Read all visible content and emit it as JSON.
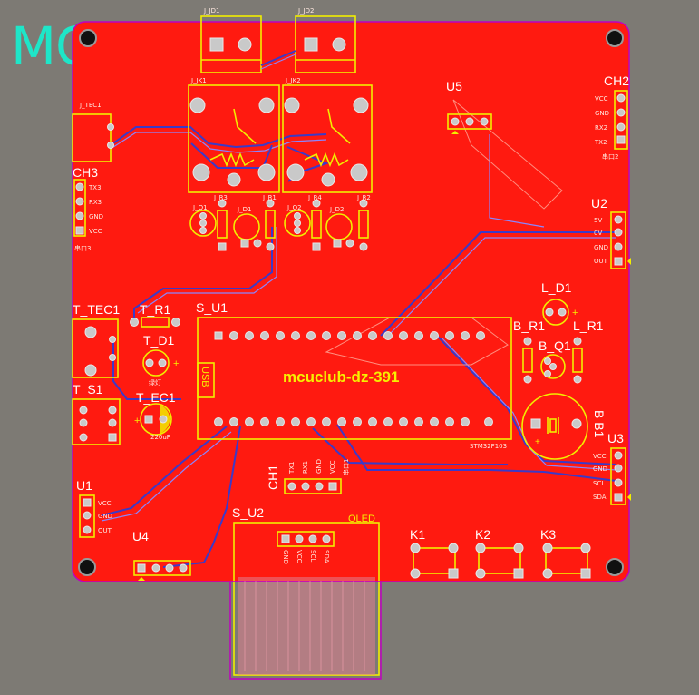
{
  "brand": "MCUclub",
  "board": {
    "main_label": "mcuclub-dz-391",
    "colors": {
      "board": "#ff1a10",
      "silk": "#f2ee00",
      "outline": "#c000c0",
      "trace": "#3b3ac8",
      "brand": "#1ee6c8",
      "background": "#7d7a74"
    }
  },
  "components": {
    "u5": "U5",
    "ch2": "CH2",
    "ch2_pins": [
      "VCC",
      "GND",
      "RX2",
      "TX2"
    ],
    "ch2_sub": "串口2",
    "ch3": "CH3",
    "ch3_pins": [
      "TX3",
      "RX3",
      "GND",
      "VCC"
    ],
    "ch3_sub": "串口3",
    "u2": "U2",
    "u2_pins": [
      "5V",
      "0V",
      "GND",
      "OUT"
    ],
    "u3": "U3",
    "u3_pins": [
      "VCC",
      "GND",
      "SCL",
      "SDA"
    ],
    "u1": "U1",
    "u1_pins": [
      "VCC",
      "GND",
      "OUT"
    ],
    "u4": "U4",
    "t_tec1": "T_TEC1",
    "t_r1": "T_R1",
    "t_d1": "T_D1",
    "t_s1": "T_S1",
    "t_ec1": "T_EC1",
    "t_ec1_value": "220uF",
    "t_d1_text": "绿灯",
    "s_u1": "S_U1",
    "usb": "USB",
    "s_u1_code": "STM32F103",
    "l_d1": "L_D1",
    "b_r1": "B_R1",
    "l_r1": "L_R1",
    "b_q1": "B_Q1",
    "b_b1": "B B1",
    "ch1": "CH1",
    "ch1_pins": [
      "TX1",
      "RX1",
      "GND",
      "VCC"
    ],
    "ch1_sub": "串口1",
    "s_u2": "S_U2",
    "oled": "OLED",
    "oled_pins": [
      "GND",
      "VCC",
      "SCL",
      "SDA"
    ],
    "k1": "K1",
    "k2": "K2",
    "k3": "K3",
    "j_jd1": "J_JD1",
    "j_jd2": "J_JD2",
    "j_jk1": "J_JK1",
    "j_jk2": "J_JK2",
    "j_r3": "J_R3",
    "j_r1": "J_R1",
    "j_r4": "J_R4",
    "j_r2": "J_R2",
    "j_q1": "J_Q1",
    "j_d1": "J_D1",
    "j_q2": "J_Q2",
    "j_d2": "J_D2",
    "j_tec1": "J_TEC1"
  }
}
